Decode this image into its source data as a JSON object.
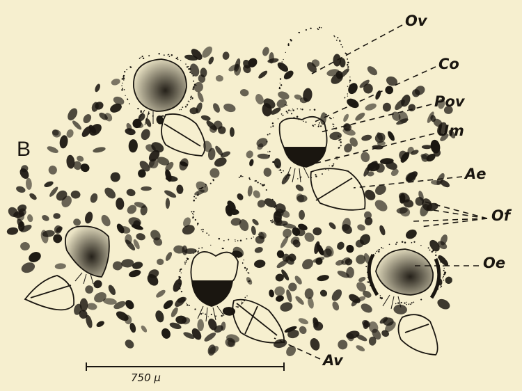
{
  "figure": {
    "panel_letter": "B",
    "scale_bar_label": "750 µ",
    "labels": [
      {
        "key": "ov",
        "text": "Ov"
      },
      {
        "key": "co",
        "text": "Co"
      },
      {
        "key": "pov",
        "text": "Pov"
      },
      {
        "key": "um",
        "text": "Um"
      },
      {
        "key": "ae",
        "text": "Ae"
      },
      {
        "key": "of",
        "text": "Of"
      },
      {
        "key": "oe",
        "text": "Oe"
      },
      {
        "key": "av",
        "text": "Av"
      }
    ]
  },
  "colors": {
    "paper": "#f6efcf",
    "ink": "#1a1610"
  }
}
